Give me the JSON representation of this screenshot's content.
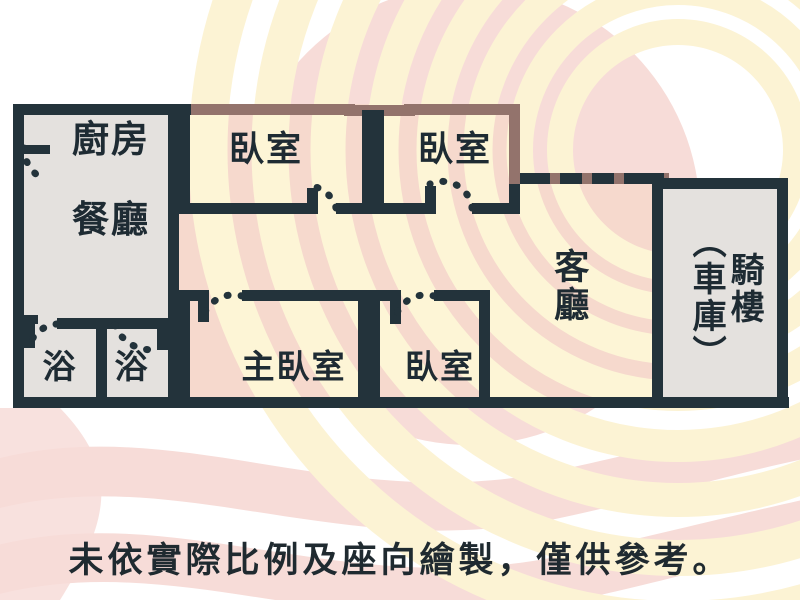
{
  "document": {
    "type": "floor-plan",
    "caption": "未依實際比例及座向繪製，僅供參考。"
  },
  "colors": {
    "wall_dark": "#23333b",
    "wall_brown": "#93736c",
    "room_gray": "#e4e1de",
    "room_pink": "#f6d9cd",
    "room_cream": "#fdf5d6",
    "swirl_pink": "#f7dcd8",
    "swirl_pale": "#fcf3d4",
    "background": "#ffffff",
    "text": "#1e2b33"
  },
  "rooms": [
    {
      "id": "kitchen",
      "label": "廚房",
      "name": "kitchen"
    },
    {
      "id": "dining",
      "label": "餐廳",
      "name": "dining-room"
    },
    {
      "id": "bedroom-top-1",
      "label": "臥室",
      "name": "bedroom"
    },
    {
      "id": "bedroom-top-2",
      "label": "臥室",
      "name": "bedroom"
    },
    {
      "id": "bath-1",
      "label": "浴",
      "name": "bathroom"
    },
    {
      "id": "bath-2",
      "label": "浴",
      "name": "bathroom"
    },
    {
      "id": "master-bedroom",
      "label": "主臥室",
      "name": "master-bedroom"
    },
    {
      "id": "bedroom-bot",
      "label": "臥室",
      "name": "bedroom"
    },
    {
      "id": "living-room",
      "label": "客廳",
      "name": "living-room"
    },
    {
      "id": "garage",
      "label": "（車庫）",
      "name": "garage"
    },
    {
      "id": "arcade",
      "label": "騎樓",
      "name": "arcade"
    }
  ]
}
